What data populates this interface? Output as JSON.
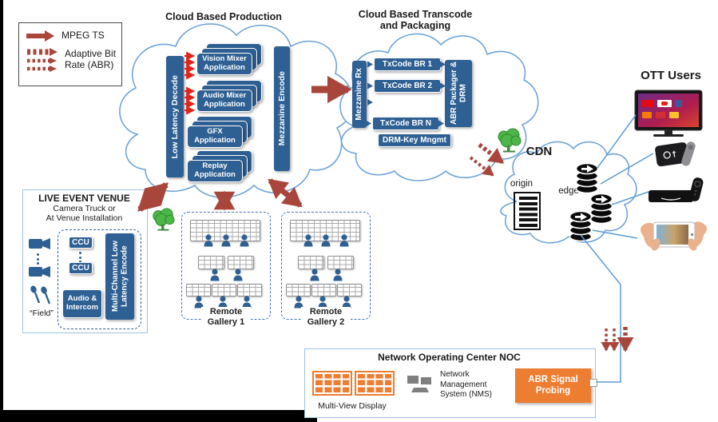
{
  "colors": {
    "box_blue": "#2E6093",
    "arrow_brick_red": "#A8463C",
    "arrow_bright_red": "#E2231A",
    "orange": "#ED7D31",
    "cloud_outline": "#6FA4D9",
    "tree_green": "#4CB648"
  },
  "legend": {
    "items": [
      {
        "label": "MPEG TS",
        "arrow_style": "solid"
      },
      {
        "label": "Adaptive Bit Rate (ABR)",
        "arrow_style": "dashed"
      }
    ]
  },
  "production": {
    "title": "Cloud Based Production",
    "decode_bar": "Low Latency Decode",
    "encode_bar": "Mezzanine Encode",
    "apps": [
      "Vision Mixer Application",
      "Audio Mixer Application",
      "GFX Application",
      "Replay Application"
    ]
  },
  "transcode": {
    "title": "Cloud Based Transcode and Packaging",
    "rx_bar": "Mezzanine Rx",
    "txcode_boxes": [
      "TxCode BR 1",
      "TxCode BR 2",
      "TxCode BR N"
    ],
    "packager_bar": "ABR Packager & DRM",
    "drm_key_box": "DRM-Key Mngmt"
  },
  "cdn": {
    "title": "CDN",
    "origin_label": "origin",
    "edge_label": "edge",
    "origin_icon": "server-icon",
    "edge_icon": "edge-cache-icon"
  },
  "ott": {
    "title": "OTT Users",
    "device_icons": [
      "smart-tv-icon",
      "apple-tv-icon",
      "fire-tv-stick-icon",
      "smartphone-in-hands-icon"
    ]
  },
  "venue": {
    "title": "LIVE EVENT VENUE",
    "subtitle_line1": "Camera Truck or",
    "subtitle_line2": "At Venue Installation",
    "ccu_boxes": [
      "CCU",
      "CCU"
    ],
    "audio_box": "Audio & Intercom",
    "encode_bar": "Multi-Channel Low Latency Encode",
    "field_label": "“Field”"
  },
  "galleries": [
    {
      "label": "Remote Gallery 1"
    },
    {
      "label": "Remote Gallery 2"
    }
  ],
  "noc": {
    "title": "Network Operating Center NOC",
    "multiview_label": "Multi-View Display",
    "nms_label": "Network Management System (NMS)",
    "abr_probe_box": "ABR Signal Probing"
  }
}
